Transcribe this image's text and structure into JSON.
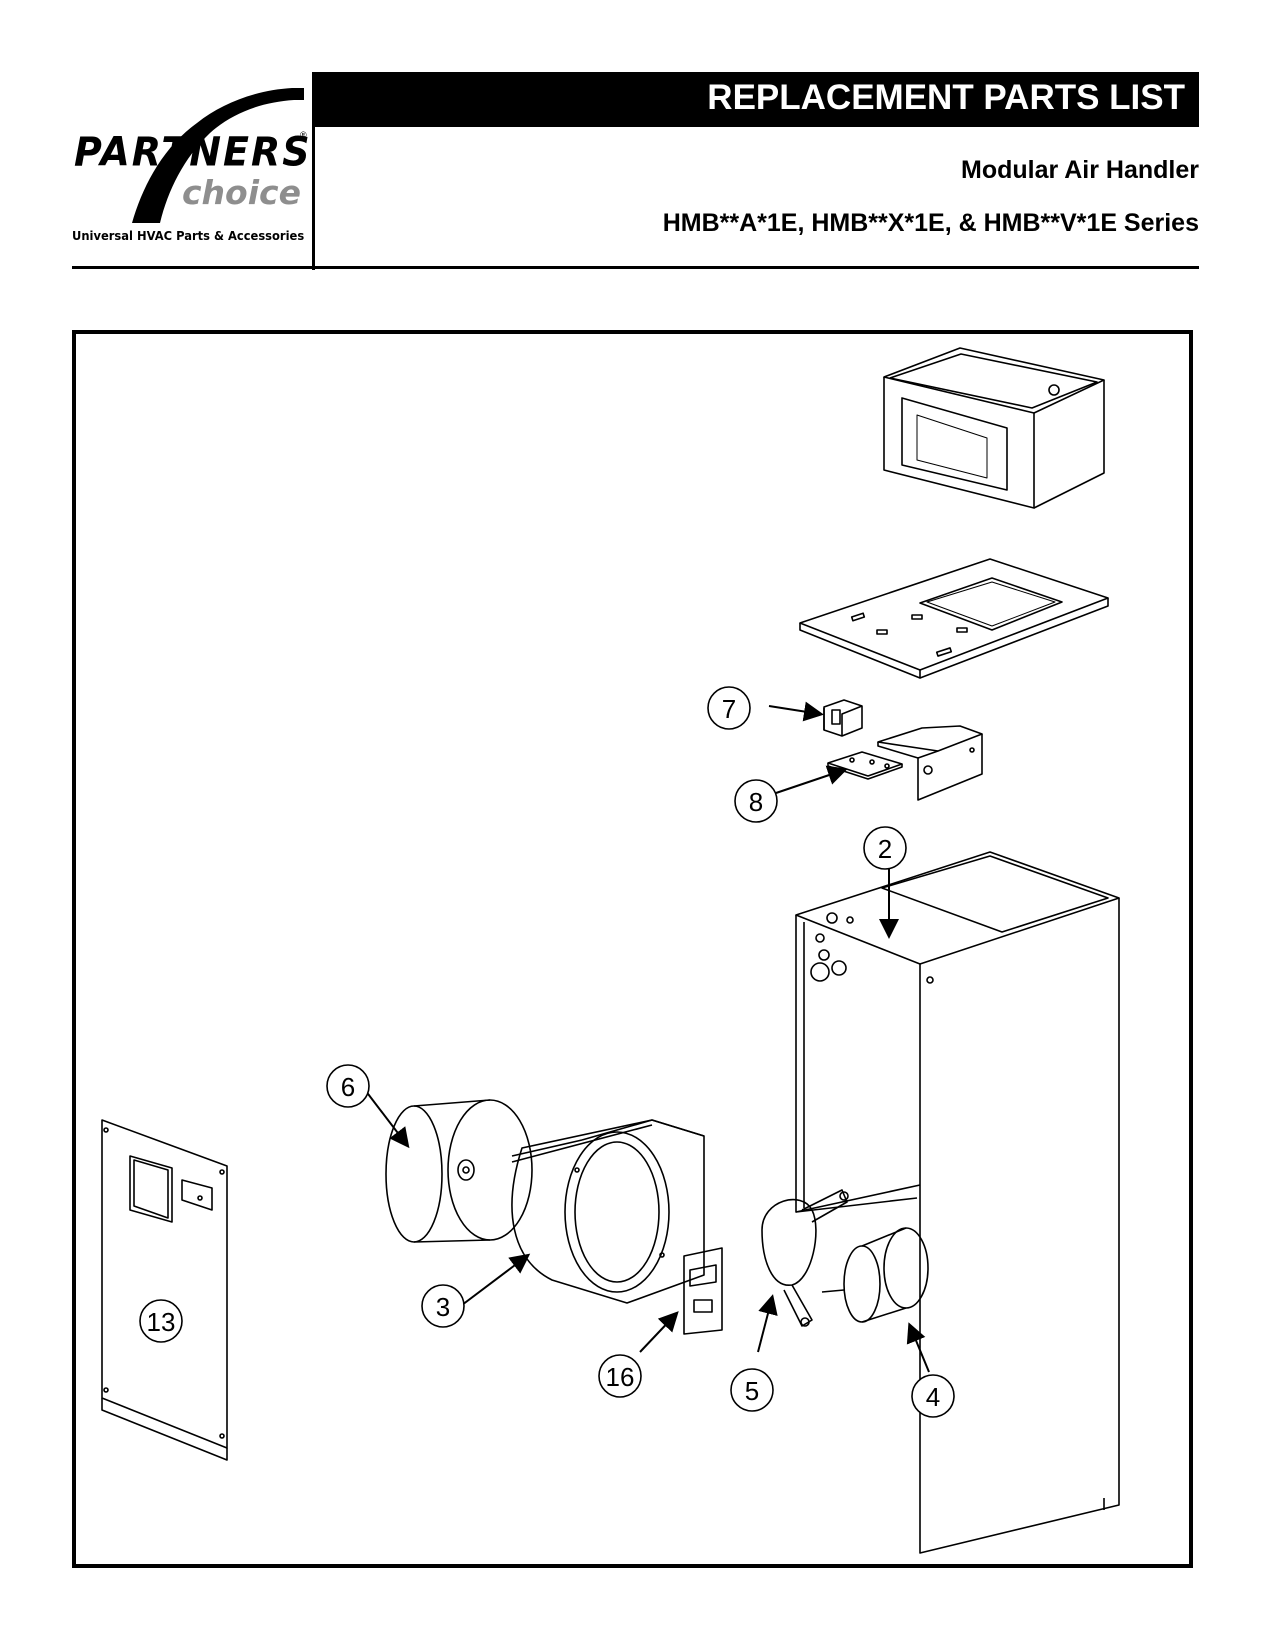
{
  "header": {
    "brand_name": "PARTNERS",
    "brand_registered": "®",
    "brand_sub": "choice",
    "brand_tagline": "Universal HVAC Parts & Accessories",
    "title": "REPLACEMENT PARTS LIST",
    "subtitle": "Modular Air Handler",
    "series": "HMB**A*1E, HMB**X*1E, & HMB**V*1E Series"
  },
  "diagram": {
    "callouts": [
      "7",
      "8",
      "2",
      "6",
      "3",
      "13",
      "16",
      "5",
      "4"
    ]
  }
}
